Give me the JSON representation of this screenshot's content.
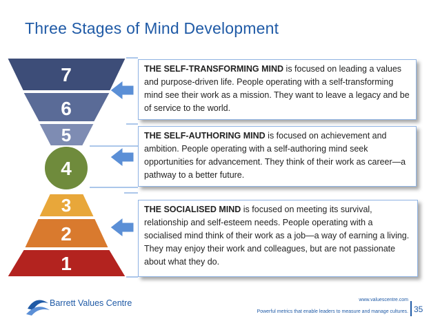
{
  "slide": {
    "title": "Three Stages of Mind Development",
    "page_number": "35"
  },
  "levels": [
    {
      "number": "7",
      "color": "#3d4d78"
    },
    {
      "number": "6",
      "color": "#5a6b97"
    },
    {
      "number": "5",
      "color": "#7e8cb3"
    },
    {
      "number": "4",
      "color": "#6f8b3c"
    },
    {
      "number": "3",
      "color": "#e8a73a"
    },
    {
      "number": "2",
      "color": "#d97a2e"
    },
    {
      "number": "1",
      "color": "#b3231f"
    }
  ],
  "stages": [
    {
      "heading": "THE SELF-TRANSFORMING MIND",
      "text": " is focused on leading a values and purpose-driven life. People operating with a self-transforming mind see their work as a mission. They want to leave a legacy and be of service to the world."
    },
    {
      "heading": "THE SELF-AUTHORING MIND",
      "text": " is focused on achievement and ambition. People operating with a self-authoring mind seek opportunities for advancement. They think of their work as career—a pathway to a better future."
    },
    {
      "heading": "THE  SOCIALISED MIND",
      "text": " is focused on meeting its survival, relationship and self-esteem needs. People operating with a socialised mind think of their work as a job—a way of earning a living. They may enjoy their work and colleagues, but are not passionate about what they do."
    }
  ],
  "footer": {
    "logo": "Barrett Values Centre",
    "url": "www.valuescentre.com",
    "tagline": "Powerful metrics that enable leaders to measure and manage cultures."
  },
  "colors": {
    "accent": "#1f5aa6",
    "arrow": "#5b8fd6"
  }
}
